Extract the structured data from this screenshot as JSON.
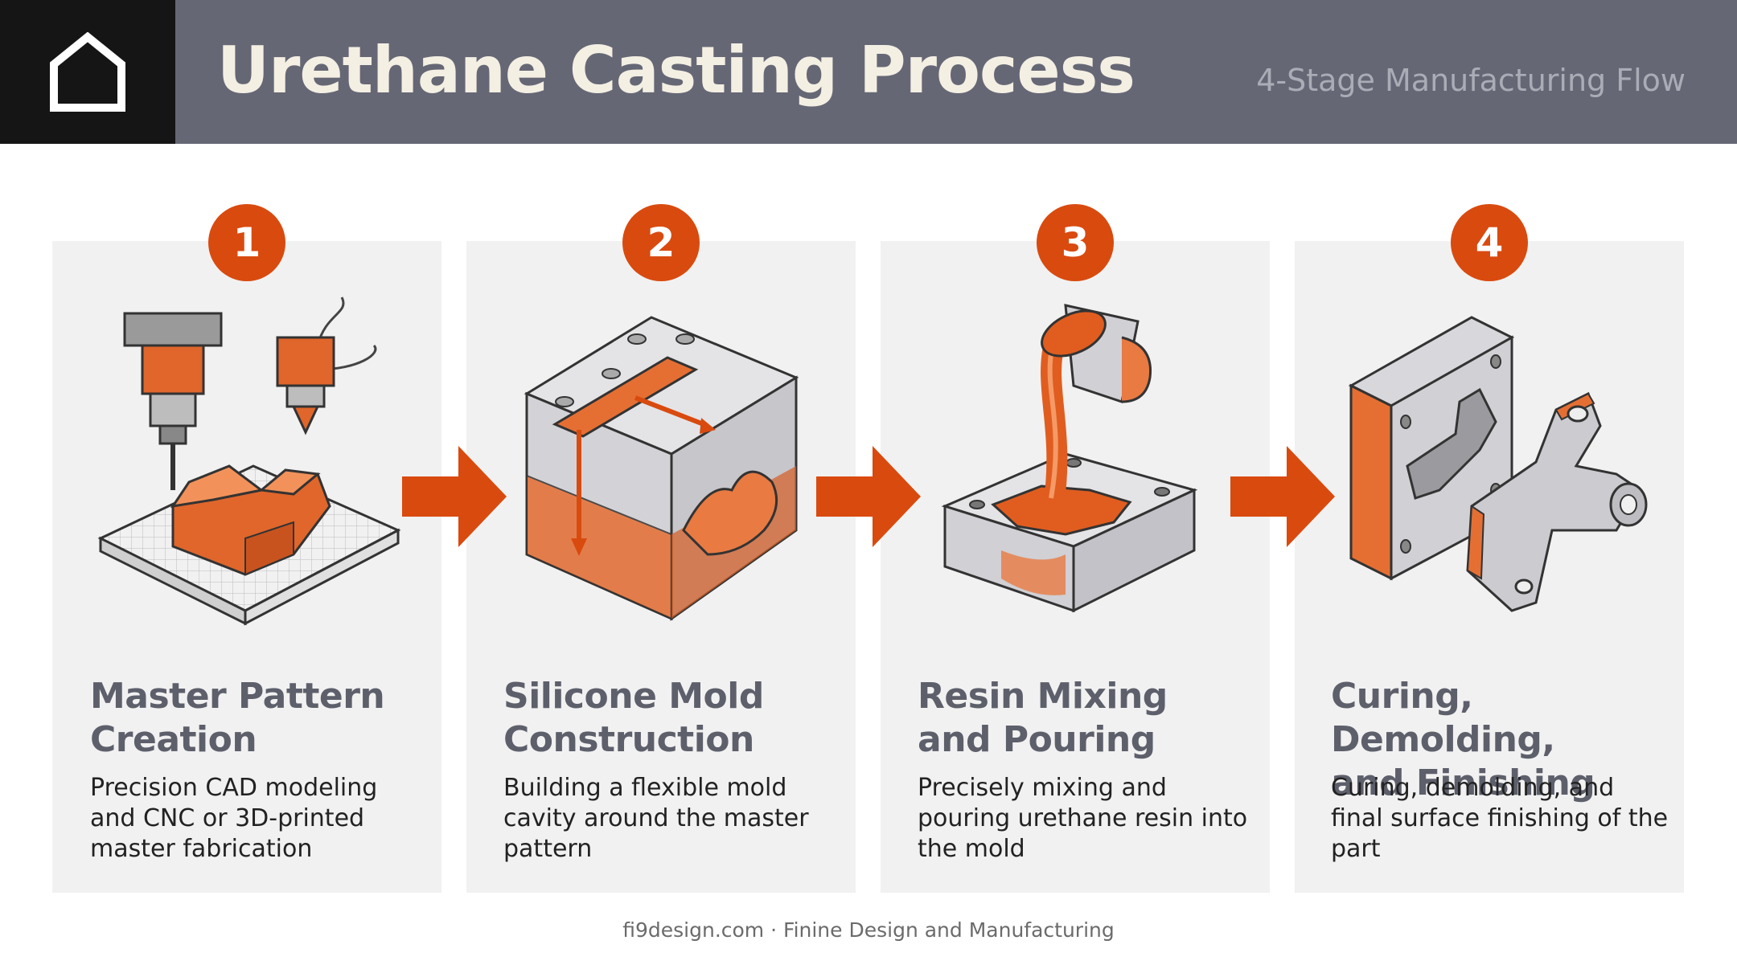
{
  "header": {
    "title": "Urethane Casting Process",
    "subtitle": "4-Stage Manufacturing Flow"
  },
  "stages": [
    {
      "number": "1",
      "title_line1": "Master Pattern",
      "title_line2": "Creation",
      "description": "Precision CAD modeling and CNC or 3D-printed master fabrication"
    },
    {
      "number": "2",
      "title_line1": "Silicone Mold",
      "title_line2": "Construction",
      "description": "Building a flexible mold cavity around the master pattern"
    },
    {
      "number": "3",
      "title_line1": "Resin Mixing",
      "title_line2": "and Pouring",
      "description": "Precisely mixing and pouring urethane resin into the mold"
    },
    {
      "number": "4",
      "title_line1": "Curing, Demolding,",
      "title_line2": "and Finishing",
      "description": "Curing, demolding, and final surface finishing of the part"
    }
  ],
  "footer": "fi9design.com · Finine Design and Manufacturing",
  "colors": {
    "accent": "#d94a0f",
    "header_bg": "#656775",
    "logo_bg": "#151515",
    "panel_bg": "#f1f1f1",
    "stage_title": "#5d5f6b"
  },
  "icons": [
    "house-logo-icon",
    "cnc-printer-icon",
    "silicone-mold-icon",
    "resin-pour-icon",
    "finished-part-icon",
    "arrow-right-icon"
  ]
}
